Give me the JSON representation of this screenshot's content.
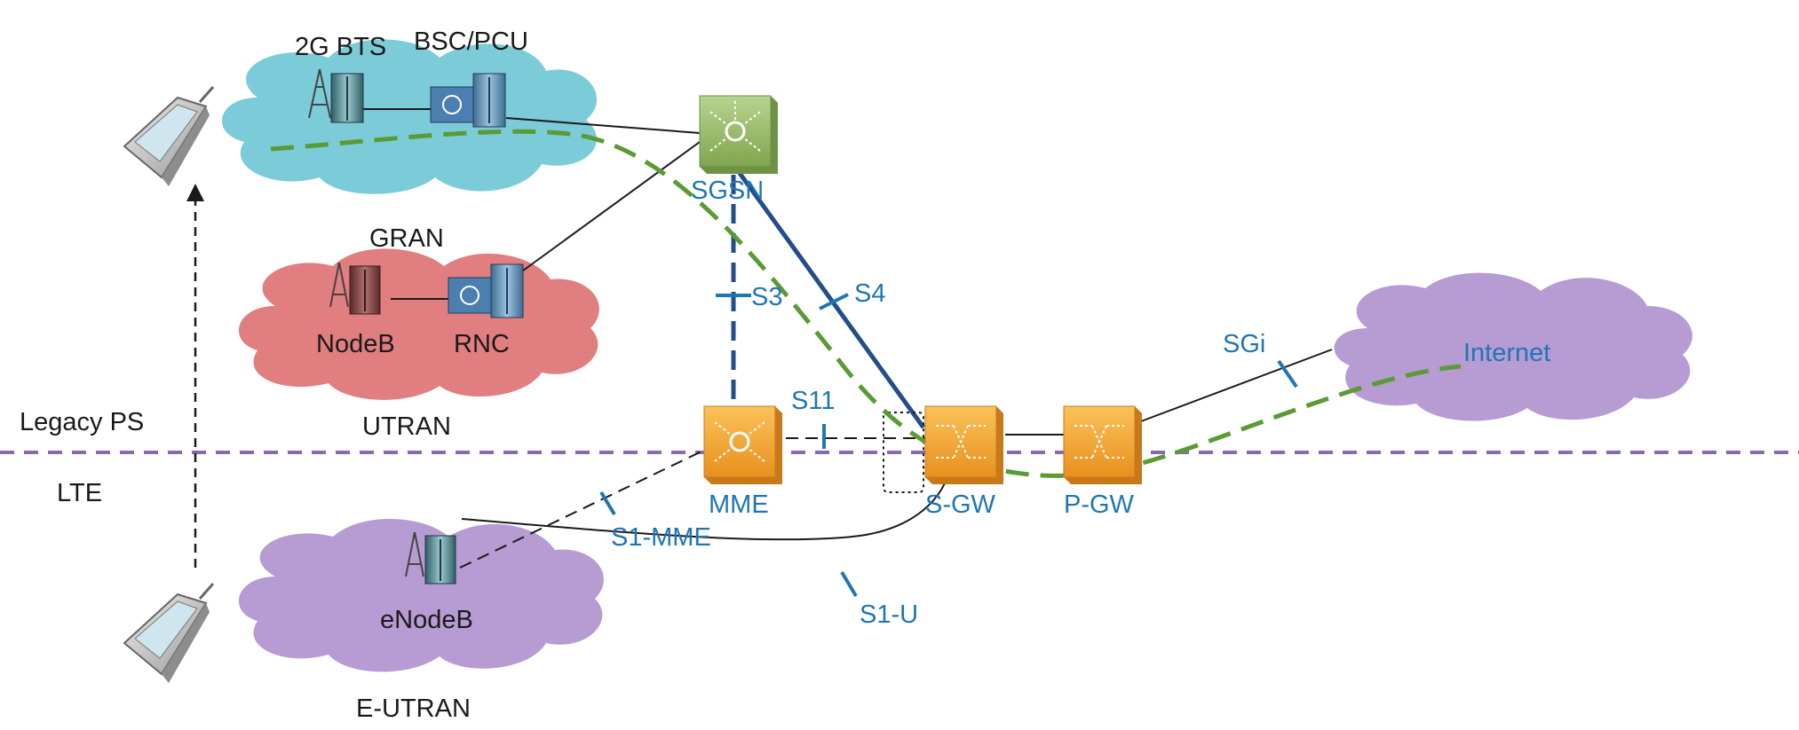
{
  "network": {
    "gran": {
      "label": "GRAN",
      "bts_label": "2G BTS",
      "bsc_label": "BSC/PCU"
    },
    "utran": {
      "label": "UTRAN",
      "nodeb_label": "NodeB",
      "rnc_label": "RNC"
    },
    "eutran": {
      "label": "E-UTRAN",
      "enodeb_label": "eNodeB"
    },
    "internet": {
      "label": "Internet"
    }
  },
  "nodes": {
    "sgsn": "SGSN",
    "mme": "MME",
    "sgw": "S-GW",
    "pgw": "P-GW"
  },
  "interfaces": {
    "s3": "S3",
    "s4": "S4",
    "s11": "S11",
    "s1_mme": "S1-MME",
    "s1_u": "S1-U",
    "sgi": "SGi"
  },
  "domains": {
    "legacy": "Legacy PS",
    "lte": "LTE"
  },
  "colors": {
    "gran_cloud": "#7cccd8",
    "utran_cloud": "#e07e80",
    "eutran_cloud": "#b79bd3",
    "internet_cloud": "#b79bd3",
    "sgsn_box": "#9abb6a",
    "gw_box": "#f3a93b",
    "data_path": "#5a9b35",
    "core_link": "#244e8a",
    "interface_text": "#1f76b4",
    "domain_divider": "#8a68b0"
  }
}
